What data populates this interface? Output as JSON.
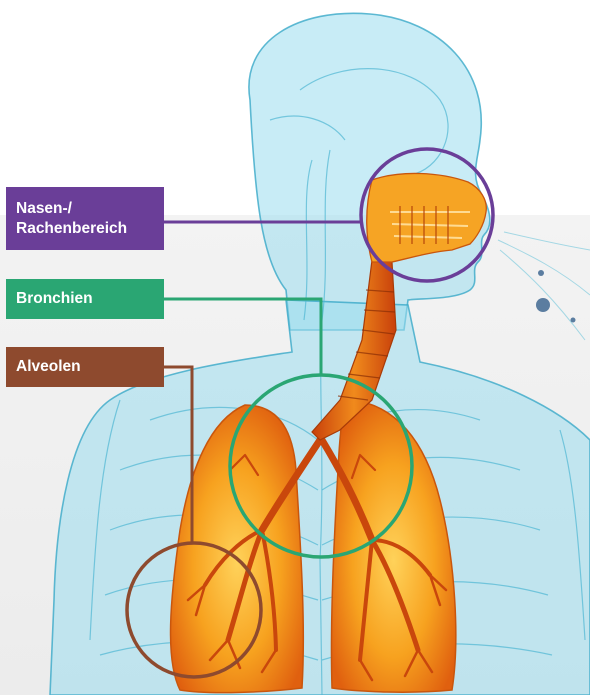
{
  "colors": {
    "body_tint": "#7dd3e8",
    "body_stroke": "#3aa9c8",
    "lung_orange": "#f49a1c",
    "lung_dark": "#d9520f",
    "nasal_color": "#6a3e98",
    "bronchi_color": "#2aa673",
    "alveoli_color": "#8e4a2e",
    "background": "#ededed"
  },
  "labels": {
    "nasal": {
      "text": "Nasen-/\nRachenbereich",
      "color": "#6a3e98"
    },
    "bronchi": {
      "text": "Bronchien",
      "color": "#2aa673"
    },
    "alveoli": {
      "text": "Alveolen",
      "color": "#8e4a2e"
    }
  }
}
